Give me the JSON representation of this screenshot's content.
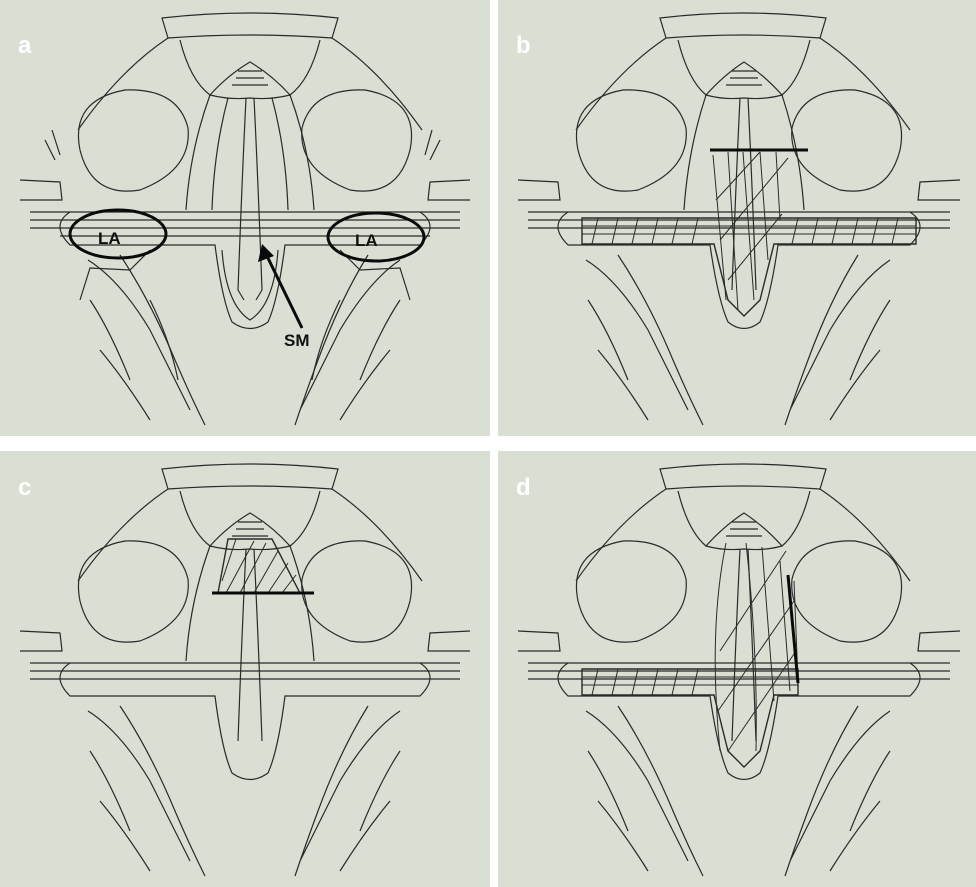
{
  "colors": {
    "background": "#d9dfd2",
    "line": "#2a2a2a",
    "marker": "#0a0a0a"
  },
  "panels": [
    {
      "letter": "a",
      "labels": {
        "left_ellipse": "LA",
        "right_ellipse": "LA",
        "arrow": "SM"
      }
    },
    {
      "letter": "b"
    },
    {
      "letter": "c"
    },
    {
      "letter": "d"
    }
  ]
}
